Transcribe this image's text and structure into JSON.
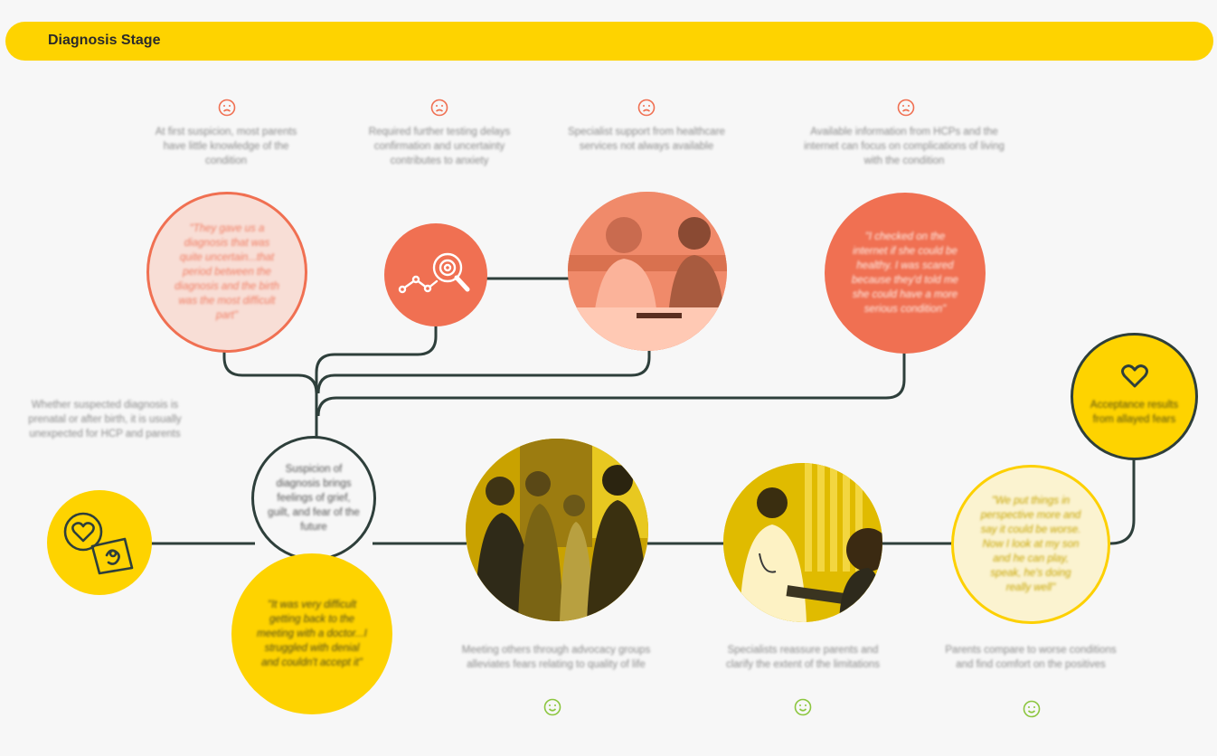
{
  "header": {
    "title": "Diagnosis Stage"
  },
  "colors": {
    "banner": "#fed300",
    "negative": "#f07052",
    "negative_light": "#f8ded6",
    "positive": "#fdd000",
    "positive_light": "#fbf3d0",
    "connector": "#2e3f3b",
    "sad_face": "#f07052",
    "happy_face": "#8cc63f"
  },
  "top_captions": [
    {
      "text": "At first suspicion, most parents have little knowledge of the condition",
      "icon": "sad-face-icon"
    },
    {
      "text": "Required further testing delays confirmation and uncertainty contributes to anxiety",
      "icon": "sad-face-icon"
    },
    {
      "text": "Specialist support from healthcare services not always available",
      "icon": "sad-face-icon"
    },
    {
      "text": "Available information from HCPs and the internet can focus on complications of living with the condition",
      "icon": "sad-face-icon"
    }
  ],
  "quotes": {
    "q1": "\"They gave us a diagnosis that was quite uncertain...that period between the diagnosis and the birth was the most difficult part\"",
    "q2": "\"I checked on the internet if she could be healthy. I was scared because they'd told me she could have a more serious condition\"",
    "q3": "\"It was very difficult getting back to the meeting with a doctor...I struggled with denial and couldn't accept it\"",
    "q4": "\"We put things in perspective more and say it could be worse. Now I look at my son and he can play, speak, he's doing really well\""
  },
  "left_caption": "Whether suspected diagnosis is prenatal or after birth, it is usually unexpected for HCP and parents",
  "center_label": "Suspicion of diagnosis brings feelings of grief, guilt, and fear of the future",
  "acceptance_label": "Acceptance results from allayed fears",
  "bottom_captions": [
    {
      "text": "Meeting others through advocacy groups alleviates fears relating to quality of life",
      "icon": "happy-face-icon"
    },
    {
      "text": "Specialists reassure parents and clarify the extent of the limitations",
      "icon": "happy-face-icon"
    },
    {
      "text": "Parents compare to worse conditions and find comfort on the positives",
      "icon": "happy-face-icon"
    }
  ],
  "icons": {
    "start": "heart-ultrasound-icon",
    "search": "magnifier-chart-icon",
    "acceptance": "heart-icon"
  },
  "photos": {
    "support": "call-center-photo",
    "group": "advocacy-group-photo",
    "doctor": "doctor-consultation-photo"
  }
}
